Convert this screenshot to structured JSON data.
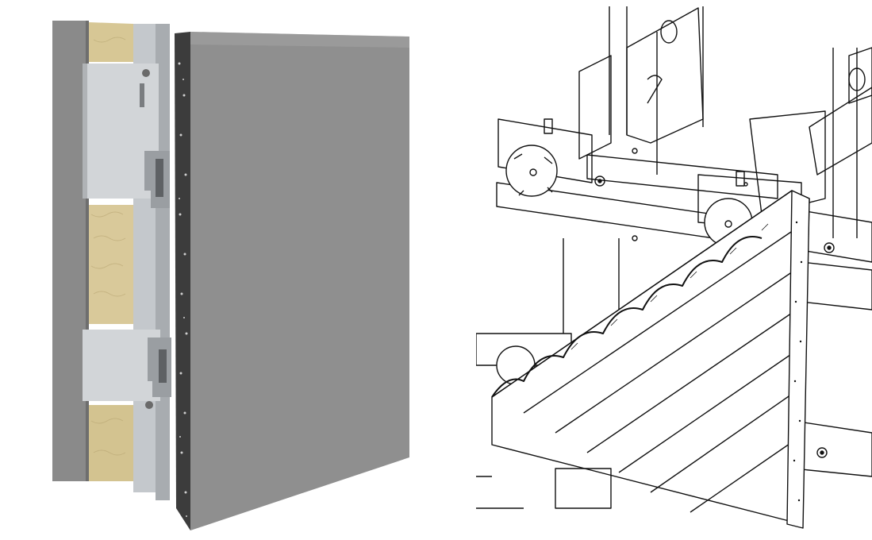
{
  "image": {
    "panels": [
      {
        "id": "photo",
        "subject": "ventilated-facade-panel-cross-section"
      },
      {
        "id": "drawing",
        "subject": "facade-subframe-line-drawing"
      }
    ]
  },
  "colors": {
    "wall": "#8a8a8a",
    "insulation": "#d9c99a",
    "aluminium": "#c9ccd0",
    "panel_face": "#8f8f8f",
    "panel_edge": "#3a3a3a",
    "line": "#111111"
  }
}
